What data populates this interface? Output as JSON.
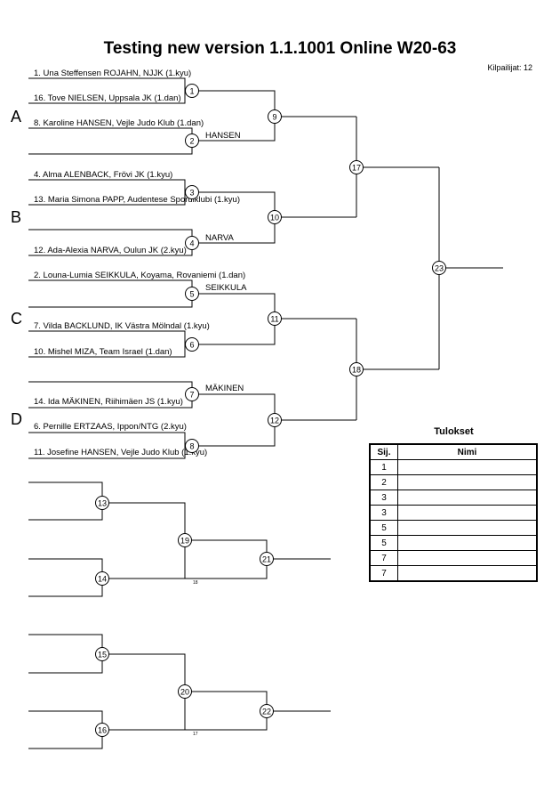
{
  "title": "Testing new version  1.1.1001  Online   W20-63",
  "competitor_count": "Kilpailijat: 12",
  "pools": [
    "A",
    "B",
    "C",
    "D"
  ],
  "competitors": [
    "1. Una Steffensen ROJAHN, NJJK (1.kyu)",
    "16. Tove NIELSEN, Uppsala JK (1.dan)",
    "8. Karoline HANSEN, Vejle Judo Klub (1.dan)",
    "4. Alma ALENBACK, Frövi JK (1.kyu)",
    "13. Maria Simona PAPP, Audentese Spordiklubi (1.kyu)",
    "12. Ada-Alexia NARVA, Oulun JK (2.kyu)",
    "2. Louna-Lumia SEIKKULA, Koyama, Rovaniemi (1.dan)",
    "7. Vilda BACKLUND, IK Västra Mölndal (1.kyu)",
    "10. Mishel MIZA, Team Israel (1.dan)",
    "14. Ida MÄKINEN, Riihimäen JS (1.kyu)",
    "6. Pernille ERTZAAS, Ippon/NTG (2.kyu)",
    "11. Josefine HANSEN, Vejle Judo Klub (1.kyu)"
  ],
  "winners": [
    "HANSEN",
    "NARVA",
    "SEIKKULA",
    "MÄKINEN"
  ],
  "matches": [
    "1",
    "2",
    "3",
    "4",
    "5",
    "6",
    "7",
    "8",
    "9",
    "10",
    "11",
    "12",
    "13",
    "14",
    "15",
    "16",
    "17",
    "18",
    "19",
    "20",
    "21",
    "22",
    "23"
  ],
  "small_refs": [
    "18",
    "17"
  ],
  "results": {
    "title": "Tulokset",
    "col_place": "Sij.",
    "col_name": "Nimi",
    "places": [
      "1",
      "2",
      "3",
      "3",
      "5",
      "5",
      "7",
      "7"
    ]
  }
}
